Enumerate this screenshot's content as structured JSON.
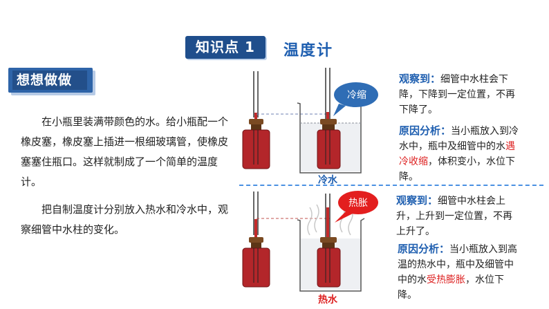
{
  "header": {
    "badge": "知识点 1",
    "title": "温度计"
  },
  "think_label": "想想做做",
  "left_text": {
    "p1": "在小瓶里装满带颜色的水。给小瓶配一个橡皮塞，橡皮塞上插进一根细玻璃管，使橡皮塞塞住瓶口。这样就制成了一个简单的温度计。",
    "p2": "把自制温度计分别放入热水和冷水中，观察细管中水柱的变化。"
  },
  "cold": {
    "bubble": "冷缩",
    "water_label": "冷水",
    "observe_label": "观察到：",
    "observe_text": "细管中水柱会下降，下降到一定位置，不再下降了。",
    "reason_label": "原因分析：",
    "reason_pre": "当小瓶放入到冷水中，瓶中及细管中的水",
    "reason_hl": "遇冷收缩",
    "reason_post": "，体积变小，水位下降。"
  },
  "hot": {
    "bubble": "热胀",
    "water_label": "热水",
    "observe_label": "观察到：",
    "observe_text": "细管中水柱会上升，上升到一定位置，不再上升了。",
    "reason_label": "原因分析：",
    "reason_pre": "当小瓶放入到高温的热水中，瓶中及细管中中的水",
    "reason_hl": "受热膨胀",
    "reason_post": "，水位下降。"
  },
  "colors": {
    "blue_dark": "#1f4e8c",
    "blue_text": "#1f5fb0",
    "red": "#d22222",
    "bottle": "#b3262a"
  }
}
